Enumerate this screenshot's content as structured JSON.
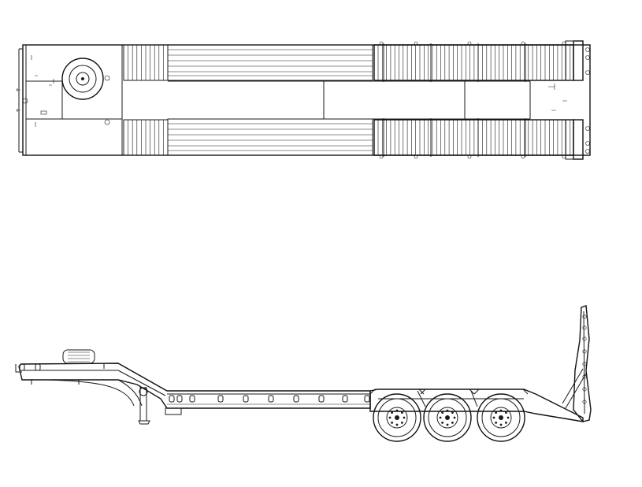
{
  "drawing": {
    "background": "#ffffff",
    "line_color": "#1a1a1a",
    "views": [
      {
        "id": "top-view",
        "kind": "plan"
      },
      {
        "id": "side-view",
        "kind": "elevation"
      }
    ],
    "components": {
      "axles": 3,
      "wheels_per_side": 3,
      "spare_wheel": 1,
      "loading_ramps": 2,
      "landing_gear": 1,
      "kingpin": 1
    }
  }
}
